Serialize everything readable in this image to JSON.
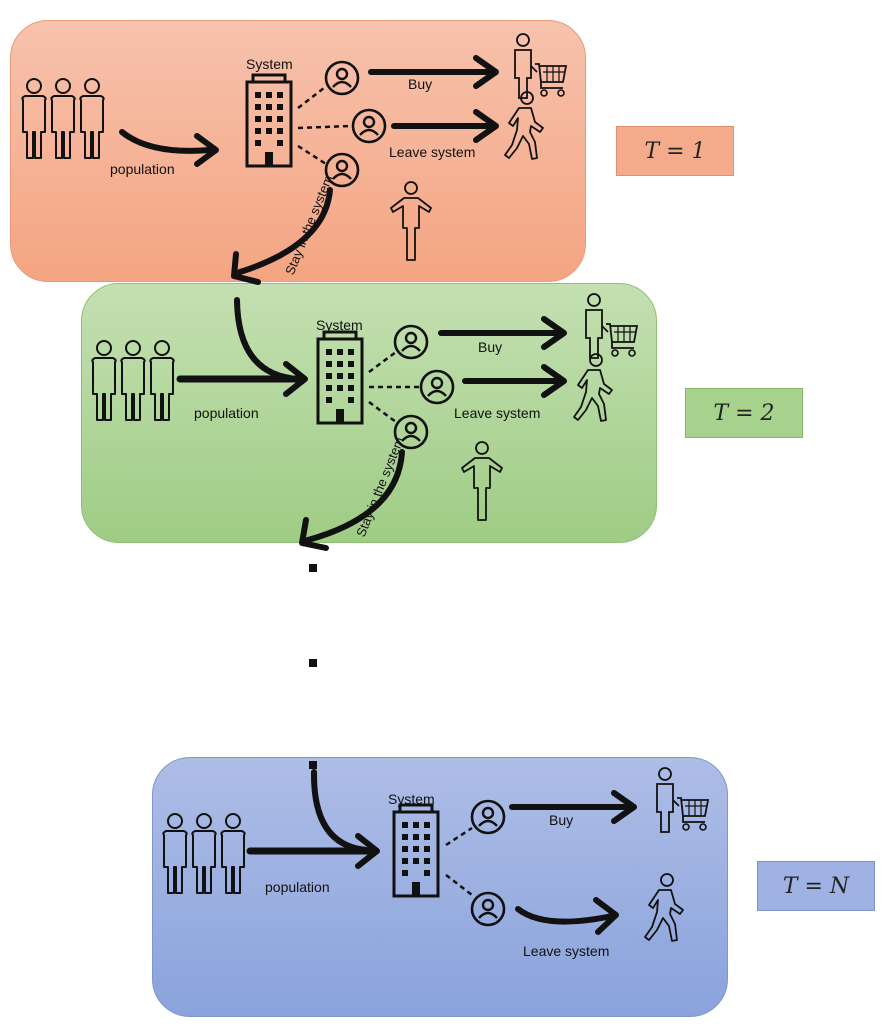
{
  "stages": [
    {
      "time_label": "T = 1",
      "color": "#f4a582",
      "system_label": "System",
      "population_label": "population",
      "buy_label": "Buy",
      "leave_label": "Leave system",
      "stay_label": "Stay in the system"
    },
    {
      "time_label": "T = 2",
      "color": "#9fcc85",
      "system_label": "System",
      "population_label": "population",
      "buy_label": "Buy",
      "leave_label": "Leave system",
      "stay_label": "Stay in the system"
    },
    {
      "time_label": "T = N",
      "color": "#8aa3dc",
      "system_label": "System",
      "population_label": "population",
      "buy_label": "Buy",
      "leave_label": "Leave system"
    }
  ],
  "icons": {
    "population": "people-group-icon",
    "system": "office-building-icon",
    "user": "user-circle-icon",
    "buy": "shopper-with-cart-icon",
    "leave": "walking-person-icon",
    "stay": "standing-person-icon"
  }
}
